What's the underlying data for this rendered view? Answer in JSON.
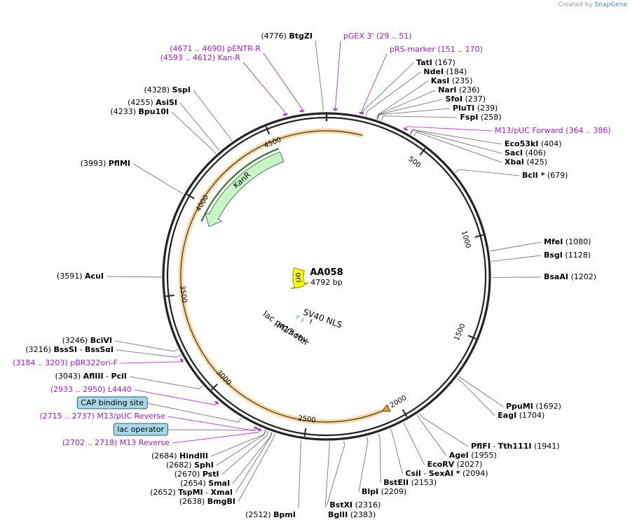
{
  "credit": {
    "prefix": "Created by",
    "brand": "SnapGene"
  },
  "plasmid": {
    "name": "AA058",
    "length": 4792,
    "length_text": "4792 bp"
  },
  "colors": {
    "backbone": "#222222",
    "enzyme_text": "#000000",
    "primer": "#a020c8",
    "orange_feature": "#f5a623",
    "kanr_fill": "#c8f5c8",
    "kanr_outline": "#2f7a2f",
    "ori_fill": "#ffff00",
    "lac_fill": "#a7d8e8",
    "leader": "#666666"
  },
  "ticks": [
    {
      "pos": 500,
      "label": "500"
    },
    {
      "pos": 1000,
      "label": "1000"
    },
    {
      "pos": 1500,
      "label": "1500"
    },
    {
      "pos": 2000,
      "label": "2000"
    },
    {
      "pos": 2500,
      "label": "2500"
    },
    {
      "pos": 3000,
      "label": "3000"
    },
    {
      "pos": 3500,
      "label": "3500"
    },
    {
      "pos": 4000,
      "label": "4000"
    },
    {
      "pos": 4500,
      "label": "4500"
    }
  ],
  "features": [
    {
      "name": "orange-feature",
      "label": "",
      "start": 190,
      "end": 2100,
      "kind": "orange"
    },
    {
      "name": "kanr",
      "label": "KanR",
      "start": 4520,
      "end": 3900,
      "kind": "kanr"
    },
    {
      "name": "ori",
      "label": "ori",
      "start": 3790,
      "end": 3300,
      "kind": "ori"
    },
    {
      "name": "lac-promoter",
      "label": "lac promoter",
      "pos": 2860,
      "kind": "lac"
    },
    {
      "name": "m13-rev",
      "label": "M13 rev",
      "pos": 2770,
      "kind": "lac"
    },
    {
      "name": "sv40-nls",
      "label": "SV40 NLS",
      "pos": 2660,
      "kind": "nls"
    }
  ],
  "labels": [
    {
      "pos": 4776,
      "side": "top",
      "number": "(4776)",
      "name": "BtgZI",
      "type": "enzyme"
    },
    {
      "pos": 40,
      "side": "top",
      "text": "pGEX 3'",
      "range": "(29 .. 51)",
      "type": "primer"
    },
    {
      "pos": 160,
      "side": "top",
      "text": "pRS-marker",
      "range": "(151 .. 170)",
      "type": "primer"
    },
    {
      "pos": 4680,
      "side": "top",
      "range": "(4671 .. 4690)",
      "text": "pENTR-R",
      "type": "primer"
    },
    {
      "pos": 4602,
      "side": "top",
      "range": "(4593 .. 4612)",
      "text": "Kan-R",
      "type": "primer"
    },
    {
      "pos": 167,
      "side": "right",
      "name": "TatI",
      "number": "(167)",
      "type": "enzyme"
    },
    {
      "pos": 184,
      "side": "right",
      "name": "NdeI",
      "number": "(184)",
      "type": "enzyme"
    },
    {
      "pos": 235,
      "side": "right",
      "name": "KasI",
      "number": "(235)",
      "type": "enzyme"
    },
    {
      "pos": 236,
      "side": "right",
      "name": "NarI",
      "number": "(236)",
      "type": "enzyme"
    },
    {
      "pos": 237,
      "side": "right",
      "name": "SfoI",
      "number": "(237)",
      "type": "enzyme"
    },
    {
      "pos": 239,
      "side": "right",
      "name": "PluTI",
      "number": "(239)",
      "type": "enzyme"
    },
    {
      "pos": 258,
      "side": "right",
      "name": "FspI",
      "number": "(258)",
      "type": "enzyme"
    },
    {
      "pos": 375,
      "side": "right",
      "text": "M13/pUC Forward",
      "range": "(364 .. 386)",
      "type": "primer"
    },
    {
      "pos": 404,
      "side": "right",
      "name": "Eco53kI",
      "number": "(404)",
      "type": "enzyme"
    },
    {
      "pos": 406,
      "side": "right",
      "name": "SacI",
      "number": "(406)",
      "type": "enzyme"
    },
    {
      "pos": 425,
      "side": "right",
      "name": "XbaI",
      "number": "(425)",
      "type": "enzyme"
    },
    {
      "pos": 679,
      "side": "right",
      "name": "BclI *",
      "number": "(679)",
      "type": "enzyme"
    },
    {
      "pos": 1080,
      "side": "right",
      "name": "MfeI",
      "number": "(1080)",
      "type": "enzyme"
    },
    {
      "pos": 1128,
      "side": "right",
      "name": "BsgI",
      "number": "(1128)",
      "type": "enzyme"
    },
    {
      "pos": 1202,
      "side": "right",
      "name": "BsaAI",
      "number": "(1202)",
      "type": "enzyme"
    },
    {
      "pos": 1692,
      "side": "right",
      "name": "PpuMI",
      "number": "(1692)",
      "type": "enzyme"
    },
    {
      "pos": 1704,
      "side": "right",
      "name": "EagI",
      "number": "(1704)",
      "type": "enzyme"
    },
    {
      "pos": 1941,
      "side": "right",
      "name": "PflFI",
      "name2": "Tth111I",
      "number": "(1941)",
      "type": "enzyme"
    },
    {
      "pos": 1955,
      "side": "right",
      "name": "AgeI",
      "number": "(1955)",
      "type": "enzyme"
    },
    {
      "pos": 2027,
      "side": "right",
      "name": "EcoRV",
      "number": "(2027)",
      "type": "enzyme"
    },
    {
      "pos": 2094,
      "side": "right",
      "name": "CsiI",
      "name2": "SexAI *",
      "number": "(2094)",
      "type": "enzyme"
    },
    {
      "pos": 2153,
      "side": "right",
      "name": "BstEII",
      "number": "(2153)",
      "type": "enzyme"
    },
    {
      "pos": 2209,
      "side": "right",
      "name": "BlpI",
      "number": "(2209)",
      "type": "enzyme"
    },
    {
      "pos": 2316,
      "side": "right",
      "name": "BstXI",
      "number": "(2316)",
      "type": "enzyme"
    },
    {
      "pos": 2383,
      "side": "bottom",
      "name": "BglII",
      "number": "(2383)",
      "type": "enzyme"
    },
    {
      "pos": 2512,
      "side": "bottom",
      "number": "(2512)",
      "name": "BpmI",
      "type": "enzyme"
    },
    {
      "pos": 2638,
      "side": "left",
      "number": "(2638)",
      "name": "BmgBI",
      "type": "enzyme"
    },
    {
      "pos": 2652,
      "side": "left",
      "number": "(2652)",
      "name": "TspMI",
      "name2": "XmaI",
      "type": "enzyme"
    },
    {
      "pos": 2654,
      "side": "left",
      "number": "(2654)",
      "name": "SmaI",
      "type": "enzyme"
    },
    {
      "pos": 2670,
      "side": "left",
      "number": "(2670)",
      "name": "PstI",
      "type": "enzyme"
    },
    {
      "pos": 2682,
      "side": "left",
      "number": "(2682)",
      "name": "SphI",
      "type": "enzyme"
    },
    {
      "pos": 2684,
      "side": "left",
      "number": "(2684)",
      "name": "HindIII",
      "type": "enzyme"
    },
    {
      "pos": 2710,
      "side": "left",
      "range": "(2702 .. 2718)",
      "text": "M13 Reverse",
      "type": "primer"
    },
    {
      "pos": 2735,
      "side": "left",
      "text": "lac operator",
      "type": "box"
    },
    {
      "pos": 2726,
      "side": "left",
      "range": "(2715 .. 2737)",
      "text": "M13/pUC Reverse",
      "type": "primer"
    },
    {
      "pos": 2810,
      "side": "left",
      "text": "CAP binding site",
      "type": "box"
    },
    {
      "pos": 2941,
      "side": "left",
      "range": "(2933 .. 2950)",
      "text": "L4440",
      "type": "primer"
    },
    {
      "pos": 3043,
      "side": "left",
      "number": "(3043)",
      "name": "AflIII",
      "name2": "PciI",
      "type": "enzyme"
    },
    {
      "pos": 3193,
      "side": "left",
      "range": "(3184 .. 3203)",
      "text": "pBR322ori-F",
      "type": "primer"
    },
    {
      "pos": 3216,
      "side": "left",
      "number": "(3216)",
      "name": "BssSI",
      "name2": "BssSαI",
      "type": "enzyme"
    },
    {
      "pos": 3246,
      "side": "left",
      "number": "(3246)",
      "name": "BciVI",
      "type": "enzyme"
    },
    {
      "pos": 3591,
      "side": "left",
      "number": "(3591)",
      "name": "AcuI",
      "type": "enzyme"
    },
    {
      "pos": 3993,
      "side": "left",
      "number": "(3993)",
      "name": "PflMI",
      "type": "enzyme"
    },
    {
      "pos": 4233,
      "side": "left",
      "number": "(4233)",
      "name": "Bpu10I",
      "type": "enzyme"
    },
    {
      "pos": 4255,
      "side": "left",
      "number": "(4255)",
      "name": "AsiSI",
      "type": "enzyme"
    },
    {
      "pos": 4328,
      "side": "left",
      "number": "(4328)",
      "name": "SspI",
      "type": "enzyme"
    }
  ]
}
